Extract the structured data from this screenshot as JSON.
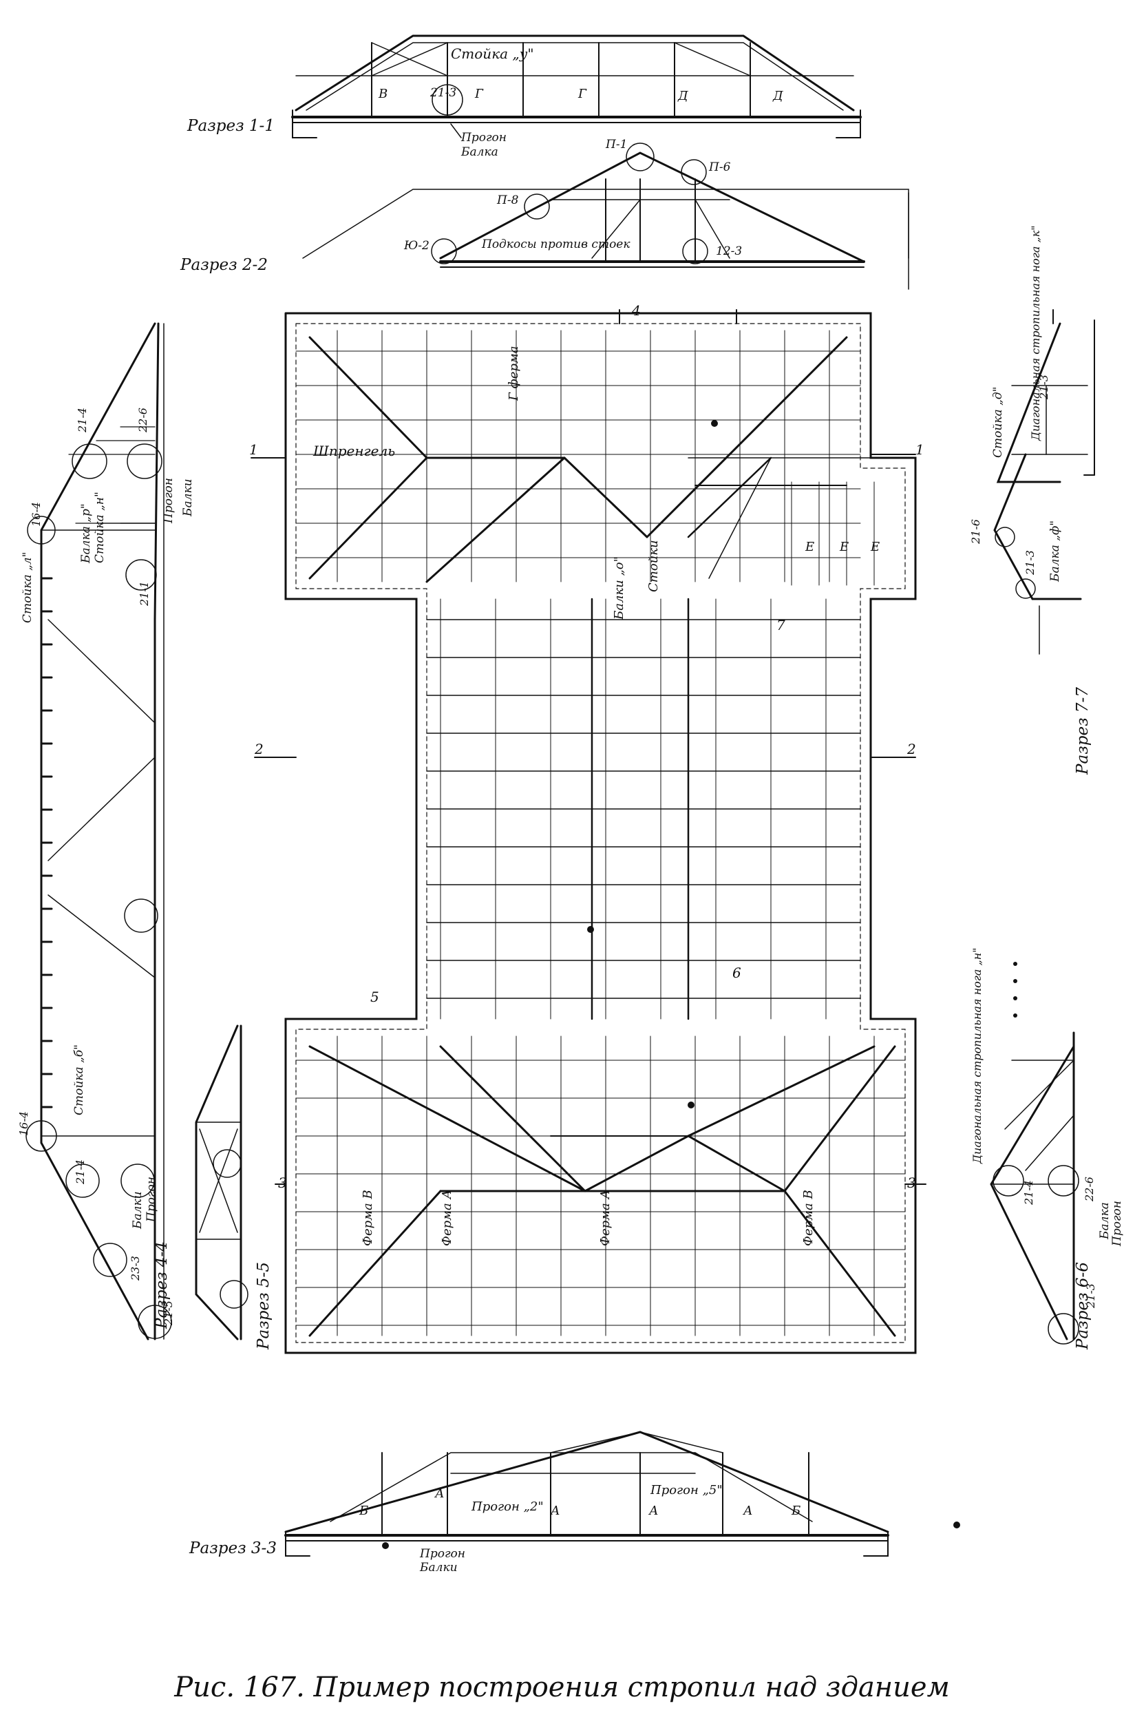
{
  "caption": "Рис. 167. Пример построения стропил над зданием",
  "sections": {
    "s1": "Разрез 1-1",
    "s2": "Разрез 2-2",
    "s3": "Разрез 3-3",
    "s4": "Разрез 4-4",
    "s5": "Разрез 5-5",
    "s6": "Разрез 6-6",
    "s7": "Разрез 7-7"
  },
  "labels": {
    "stoyka_u": "Стойка „у\"",
    "progon": "Прогон",
    "balka": "Балка",
    "balki": "Балки",
    "podkosy": "Подкосы против стоек",
    "shprengel": "Шпренгель",
    "g_ferma": "Г ферма",
    "balki_o": "Балки „о\"",
    "stoyki": "Стойки",
    "balka_r": "Балка „р\"",
    "stoyka_n": "Стойка „н\"",
    "stoyka_l": "Стойка „л\"",
    "stoyka_b": "Стойка „б\"",
    "stoyka_d": "Стойка „д\"",
    "diag_noga": "Диагональная стропильная нога „к\"",
    "balka_f": "Балка „ф\"",
    "diag_noga_n": "Диагональная стропильная нога „н\"",
    "progon_2": "Прогон „2\"",
    "progon_5": "Прогон „5\"",
    "ferma_A": "Ферма А",
    "ferma_B": "Ферма В"
  },
  "nodes": [
    "21-3",
    "П-1",
    "П-6",
    "П-8",
    "Ю-2",
    "12-3",
    "21-4",
    "22-6",
    "16-4",
    "21-1",
    "23-3",
    "21-5",
    "21-6"
  ],
  "letters": [
    "В",
    "Г",
    "Д",
    "Б",
    "А",
    "Е"
  ],
  "section_marks": [
    "1",
    "2",
    "3",
    "4",
    "5",
    "6",
    "7"
  ]
}
